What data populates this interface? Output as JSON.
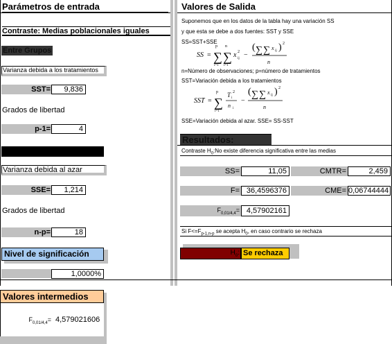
{
  "left": {
    "title": "Parámetros de entrada",
    "contraste": "Contraste: Medias poblacionales iguales",
    "entre_grupos": "Entre Grupos",
    "var_tratamientos": "Varianza debida a los tratamientos",
    "sst_label": "SST=",
    "sst_value": "9,836",
    "grados1": "Grados de libertad",
    "p1_label": "p-1=",
    "p1_value": "4",
    "var_azar": "Varianza debida al azar",
    "sse_label": "SSE=",
    "sse_value": "1,214",
    "grados2": "Grados de libertad",
    "np_label": "n-p=",
    "np_value": "18",
    "nivel": "Nivel de significación",
    "nivel_value": "1,0000%"
  },
  "right": {
    "title": "Valores de Salida",
    "line1": "Suponemos que en los datos de la tabla hay una variación SS",
    "line2": "y que esta se debe a dos fuentes: SST y SSE",
    "line3": "SS=SST+SSE",
    "line4": "n=Número de observaciones; p=número de tratamientos",
    "line5": "SST=Variación debida a los tratamientos",
    "line6": "SSE=Variación debida al azar. SSE= SS-SST",
    "resultados": "Resultados:",
    "contraste_h0_pre": "Contraste H",
    "contraste_h0_sub": "0",
    "contraste_h0_post": ":No existe diferencia significativa entre las medias",
    "ss_label": "SS=",
    "ss_value": "11,05",
    "cmtr_label": "CMTR=",
    "cmtr_value": "2,459",
    "f_label": "F=",
    "f_value": "36,4596376",
    "cme_label": "CME=",
    "cme_value": "0,06744444",
    "fcrit_label": "F",
    "fcrit_sub": "0,01/4,4",
    "fcrit_eq": "=",
    "fcrit_value": "4,57902161",
    "regla_pre": "Si F<=F",
    "regla_sub": "p-1,n-p",
    "regla_mid": " se acepta H",
    "regla_sub2": "0",
    "regla_post": ", en caso contrario se rechaza",
    "h0_label": "H",
    "h0_sub": "0",
    "h0_eq": ":",
    "decision": "Se rechaza"
  },
  "intermedios": {
    "title": "Valores intermedios",
    "label": "F",
    "label_sub": "0,01/4,4",
    "label_eq": "=",
    "value": "4,579021606"
  },
  "formula": {
    "ss_lhs": "SS",
    "sst_lhs": "SST",
    "sum_upper_p": "p",
    "sum_upper_ni": "n",
    "sum_lower": "i=1",
    "denom_n": "n",
    "denom_ni": "n"
  },
  "colors": {
    "accent_blue": "#a6caf0",
    "accent_orange": "#ffcc99",
    "dark_red": "#800000",
    "decision_yellow": "#ffcc00",
    "dark_gray": "#333333",
    "shadow_gray": "#c0c0c0"
  }
}
